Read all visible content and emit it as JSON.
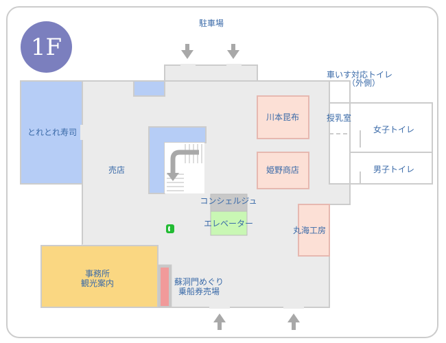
{
  "floor_badge": "1F",
  "labels": {
    "parking": "駐車場",
    "wheelchair_toilet_line1": "車いす対応トイレ",
    "wheelchair_toilet_line2": "（外側）",
    "toretore_sushi": "とれとれ寿司",
    "kawamoto_konbu": "川本昆布",
    "nursing_room": "授乳室",
    "womens_toilet": "女子トイレ",
    "shop": "売店",
    "himeno_shoten": "姫野商店",
    "mens_toilet": "男子トイレ",
    "concierge": "コンシェルジュ",
    "elevator": "エレベーター",
    "marukai_kobo": "丸海工房",
    "office_line1": "事務所",
    "office_line2": "観光案内",
    "ferry_ticket_line1": "蘇洞門めぐり",
    "ferry_ticket_line2": "乗船券売場"
  },
  "colors": {
    "border": "#cccccc",
    "floor": "#ebebeb",
    "text": "#3a6aa8",
    "badge": "#7b7fbe",
    "blue_room": "#b6cdf6",
    "pink_room": "#fce0d6",
    "pink_border": "#e6b8b0",
    "office": "#fad782",
    "elevator": "#c9f7b4",
    "red_counter": "#f19a9a",
    "phone": "#22bb33",
    "arrow": "#a8a8a8"
  },
  "icons": {
    "entrance_arrows": "arrow-down-icon",
    "exit_arrows": "arrow-up-icon",
    "phone": "phone-icon"
  }
}
